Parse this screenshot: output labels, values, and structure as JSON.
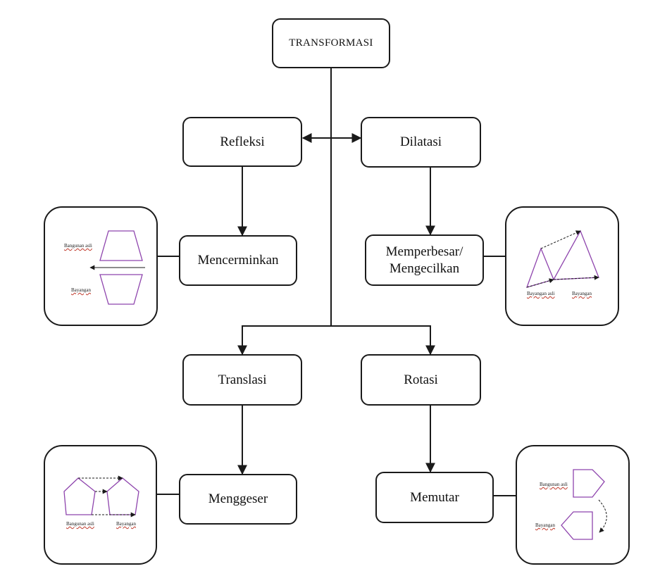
{
  "root": {
    "label": "TRANSFORMASI"
  },
  "types": {
    "refleksi": "Refleksi",
    "dilatasi": "Dilatasi",
    "translasi": "Translasi",
    "rotasi": "Rotasi"
  },
  "actions": {
    "mencerminkan": "Mencerminkan",
    "memperbesar_line1": "Memperbesar/",
    "memperbesar_line2": "Mengecilkan",
    "menggeser": "Menggeser",
    "memutar": "Memutar"
  },
  "illustrations": {
    "refleksi": {
      "original": "Bangunan asli",
      "image": "Bayangan"
    },
    "dilatasi": {
      "original": "Bayangan asli",
      "image": "Bayangan"
    },
    "translasi": {
      "original": "Bangunan asli",
      "image": "Bayangan"
    },
    "rotasi": {
      "original": "Bangunan asli",
      "image": "Bayangan"
    }
  },
  "colors": {
    "shape": "#8e44ad",
    "line": "#1a1a1a"
  }
}
